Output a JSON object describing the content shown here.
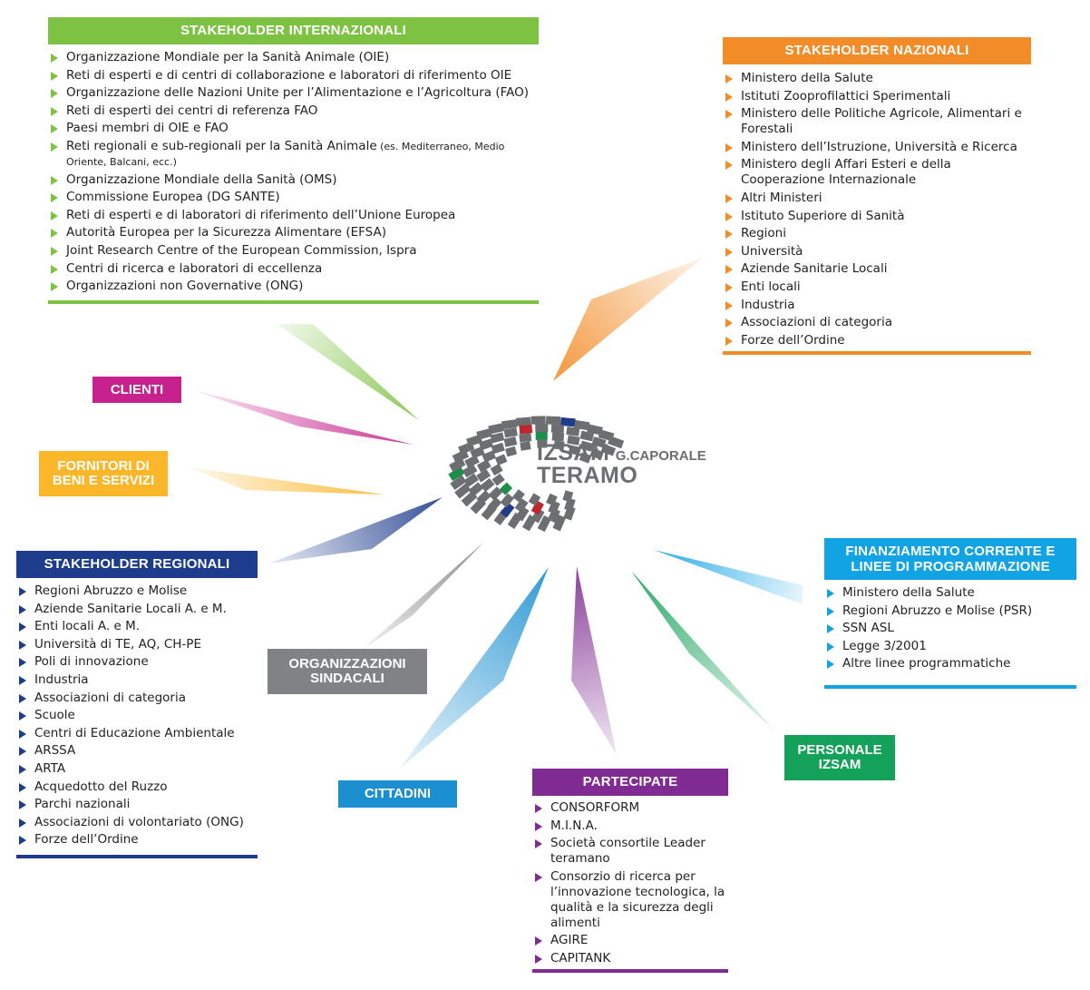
{
  "center": {
    "line1": "IZSAM",
    "sub": "G.CAPORALE",
    "line2": "TERAMO"
  },
  "colors": {
    "green": "#7dc242",
    "orange": "#f28c28",
    "magenta": "#c7218d",
    "yellow": "#fbb629",
    "navy": "#1e3c8c",
    "gray": "#808285",
    "blue": "#1b8fd0",
    "purple": "#7f2b91",
    "darkgreen": "#14a15a",
    "cyan": "#11a3e3"
  },
  "internazionali": {
    "title": "STAKEHOLDER INTERNAZIONALI",
    "items": [
      "Organizzazione Mondiale per la Sanità Animale (OIE)",
      "Reti di esperti e di centri di collaborazione e laboratori di riferimento OIE",
      "Organizzazione delle Nazioni Unite per l’Alimentazione e l’Agricoltura (FAO)",
      "Reti di esperti dei centri di referenza FAO",
      "Paesi membri di OIE e FAO",
      "Reti regionali e sub-regionali per la Sanità Animale",
      "Organizzazione Mondiale della Sanità (OMS)",
      "Commissione Europea (DG SANTE)",
      "Reti di esperti e di laboratori di riferimento dell’Unione Europea",
      "Autorità Europea per la Sicurezza Alimentare (EFSA)",
      "Joint Research Centre of the European Commission, Ispra",
      "Centri di ricerca e laboratori di eccellenza",
      "Organizzazioni non Governative (ONG)"
    ],
    "item6_note": "(es. Mediterraneo, Medio Oriente, Balcani, ecc.)"
  },
  "nazionali": {
    "title": "STAKEHOLDER NAZIONALI",
    "items": [
      "Ministero della Salute",
      "Istituti Zooprofilattici Sperimentali",
      "Ministero delle Politiche Agricole, Alimentari e Forestali",
      "Ministero dell’Istruzione, Università e Ricerca",
      "Ministero degli Affari Esteri e della Cooperazione Internazionale",
      "Altri Ministeri",
      "Istituto Superiore di Sanità",
      "Regioni",
      "Università",
      "Aziende Sanitarie Locali",
      "Enti locali",
      "Industria",
      "Associazioni di categoria",
      "Forze dell’Ordine"
    ]
  },
  "clienti": {
    "title": "CLIENTI"
  },
  "fornitori": {
    "line1": "FORNITORI DI",
    "line2": "BENI E SERVIZI"
  },
  "regionali": {
    "title": "STAKEHOLDER REGIONALI",
    "items": [
      "Regioni Abruzzo e Molise",
      "Aziende Sanitarie Locali A. e M.",
      "Enti locali A. e M.",
      "Università di TE, AQ, CH-PE",
      "Poli di innovazione",
      "Industria",
      "Associazioni di categoria",
      "Scuole",
      "Centri di Educazione Ambientale",
      "ARSSA",
      "ARTA",
      "Acquedotto del Ruzzo",
      "Parchi nazionali",
      "Associazioni di volontariato (ONG)",
      "Forze dell’Ordine"
    ]
  },
  "sindacali": {
    "line1": "ORGANIZZAZIONI",
    "line2": "SINDACALI"
  },
  "cittadini": {
    "title": "CITTADINI"
  },
  "partecipate": {
    "title": "PARTECIPATE",
    "items": [
      "CONSORFORM",
      "M.I.N.A.",
      "Società consortile Leader teramano",
      "Consorzio di ricerca per l’innovazione tecnologica, la qualità e la sicurezza degli alimenti",
      "AGIRE",
      "CAPITANK"
    ]
  },
  "personale": {
    "line1": "PERSONALE",
    "line2": "IZSAM"
  },
  "finanziamento": {
    "line1": "FINANZIAMENTO CORRENTE E",
    "line2": "LINEE DI PROGRAMMAZIONE",
    "items": [
      "Ministero della Salute",
      "Regioni Abruzzo e Molise (PSR)",
      "SSN ASL",
      "Legge 3/2001",
      "Altre linee programmatiche"
    ]
  }
}
